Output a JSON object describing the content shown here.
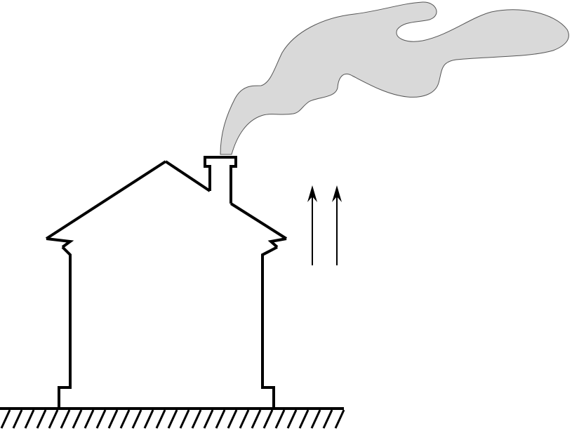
{
  "diagram": {
    "subject": "house-with-chimney-smoke-and-updraft",
    "colors": {
      "line": "#000000",
      "smoke_fill": "#d9d9d9",
      "smoke_stroke": "#555555",
      "background": "#ffffff"
    },
    "arrows": {
      "count": 2,
      "direction": "up"
    },
    "ground": {
      "style": "hatched"
    }
  }
}
